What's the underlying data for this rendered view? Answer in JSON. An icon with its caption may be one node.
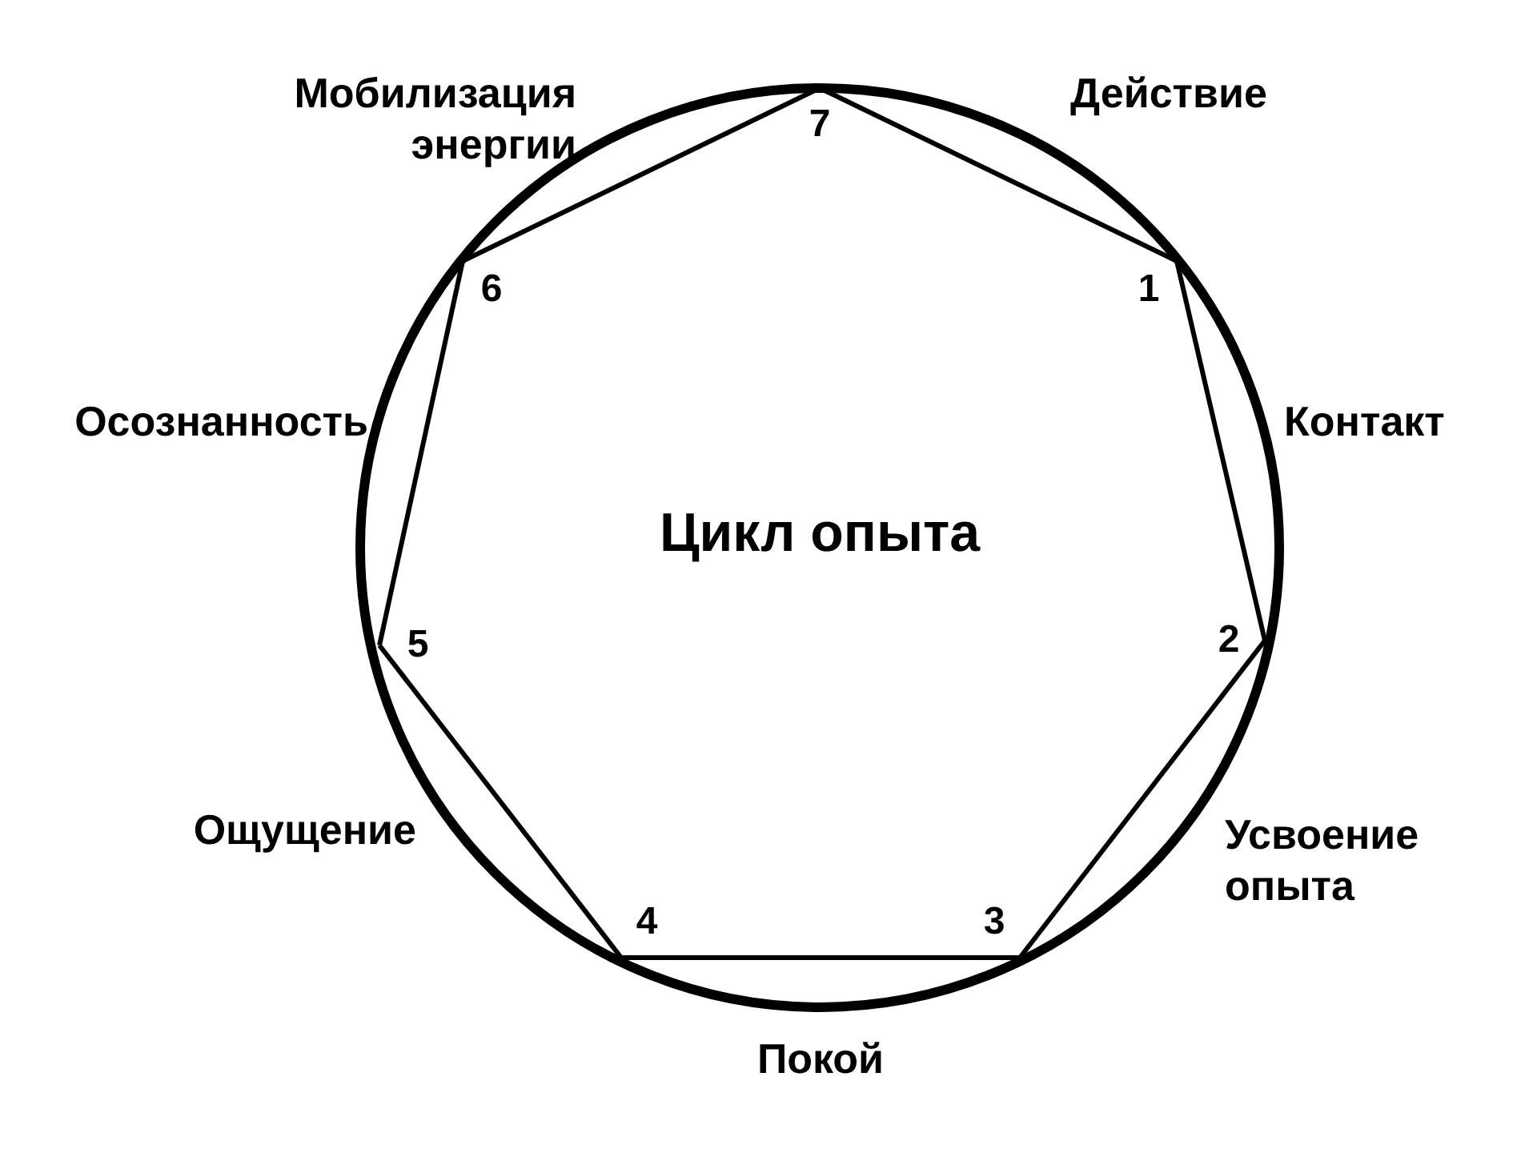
{
  "diagram": {
    "nodes": [
      {
        "text": [
          "Цикл опыта"
        ]
      },
      {
        "text": [
          "1"
        ],
        "in": 0
      },
      {
        "text": [
          "2"
        ],
        "in": 0
      },
      {
        "text": [
          "3"
        ],
        "in": 0
      },
      {
        "text": [
          "4"
        ],
        "in": 0
      },
      {
        "text": [
          "5"
        ],
        "in": 0
      },
      {
        "text": [
          "6"
        ],
        "in": 0
      },
      {
        "text": [
          "7"
        ],
        "in": 0
      }
    ],
    "edges": [
      {
        "from": 1,
        "to": 2,
        "arrow": "none"
      },
      {
        "from": 2,
        "to": 3,
        "arrow": "none"
      },
      {
        "from": 3,
        "to": 4,
        "arrow": "none"
      },
      {
        "from": 4,
        "to": 5,
        "arrow": "none"
      },
      {
        "from": 5,
        "to": 6,
        "arrow": "none"
      },
      {
        "from": 6,
        "to": 7,
        "arrow": "none"
      },
      {
        "from": 7,
        "to": 1,
        "arrow": "none"
      }
    ],
    "labels": [
      "Мобилизация энергии",
      "Действие",
      "Осознанность",
      "Контакт",
      "Ощущение",
      "Усвоение опыта",
      "Покой"
    ]
  }
}
